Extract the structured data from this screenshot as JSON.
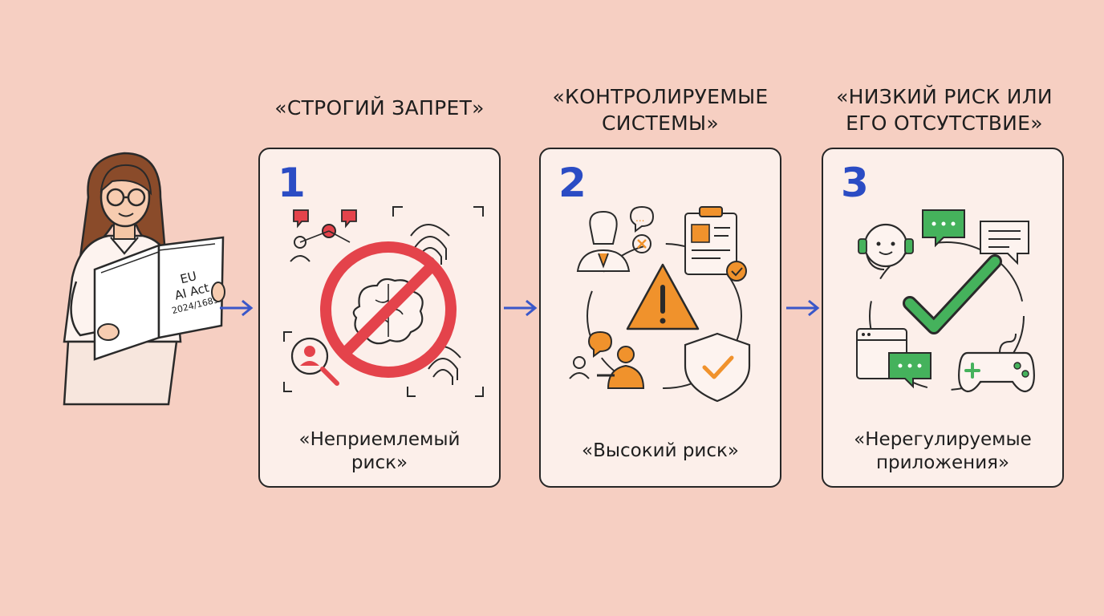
{
  "book": {
    "line1": "EU",
    "line2": "AI Act",
    "line3": "2024/1689"
  },
  "tiers": [
    {
      "number": "1",
      "heading_line1": "«СТРОГИЙ ЗАПРЕТ»",
      "heading_line2": "",
      "caption_line1": "«Неприемлемый",
      "caption_line2": "риск»",
      "accent": "#e4434b"
    },
    {
      "number": "2",
      "heading_line1": "«КОНТРОЛИРУЕМЫЕ",
      "heading_line2": "СИСТЕМЫ»",
      "caption_line1": "«Высокий риск»",
      "caption_line2": "",
      "accent": "#f0922c"
    },
    {
      "number": "3",
      "heading_line1": "«НИЗКИЙ РИСК ИЛИ",
      "heading_line2": "ЕГО ОТСУТСТВИЕ»",
      "caption_line1": "«Нерегулируемые",
      "caption_line2": "приложения»",
      "accent": "#45b25c"
    }
  ],
  "colors": {
    "background": "#f6cfc2",
    "card": "#fcefea",
    "number": "#2b4cc4",
    "arrow": "#3a57c9"
  },
  "icons": [
    "woman-reading-icon",
    "prohibited-brain-icon",
    "fingerprint-icon",
    "warning-icon",
    "shield-check-icon",
    "chatbot-icon",
    "checkmark-icon",
    "gamepad-icon"
  ]
}
